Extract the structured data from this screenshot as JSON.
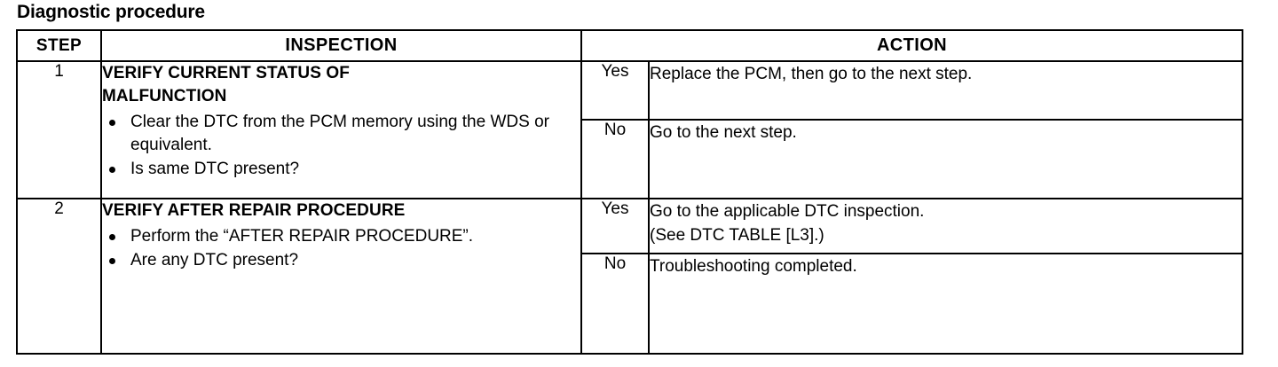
{
  "document": {
    "title": "Diagnostic procedure"
  },
  "table": {
    "headers": {
      "step": "STEP",
      "inspection": "INSPECTION",
      "action": "ACTION"
    },
    "rows": [
      {
        "step": "1",
        "inspection": {
          "title_line1": "VERIFY CURRENT STATUS OF",
          "title_line2": "MALFUNCTION",
          "bullets": [
            "Clear the DTC from the PCM memory using the WDS or equivalent.",
            "Is same DTC present?"
          ]
        },
        "outcomes": [
          {
            "label": "Yes",
            "action_lines": [
              "Replace the PCM, then go to the next step."
            ]
          },
          {
            "label": "No",
            "action_lines": [
              "Go to the next step."
            ]
          }
        ]
      },
      {
        "step": "2",
        "inspection": {
          "title_line1": "VERIFY AFTER REPAIR PROCEDURE",
          "title_line2": "",
          "bullets": [
            "Perform the “AFTER REPAIR PROCEDURE”.",
            "Are any DTC present?"
          ]
        },
        "outcomes": [
          {
            "label": "Yes",
            "action_lines": [
              "Go to the applicable DTC inspection.",
              "(See DTC TABLE [L3].)"
            ]
          },
          {
            "label": "No",
            "action_lines": [
              "Troubleshooting completed."
            ]
          }
        ]
      }
    ]
  }
}
